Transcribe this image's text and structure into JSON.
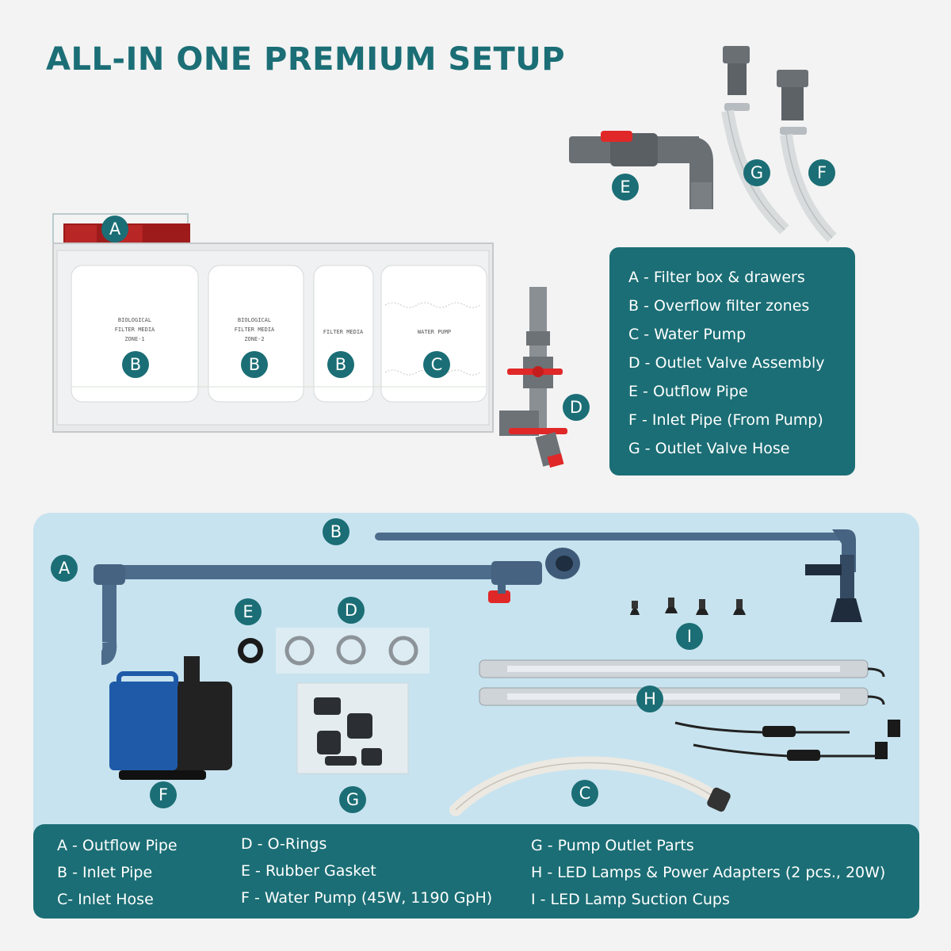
{
  "title": "ALL-IN ONE PREMIUM SETUP",
  "top_labels": {
    "a": "A",
    "b1": "B",
    "b2": "B",
    "b3": "B",
    "c": "C",
    "d": "D",
    "e": "E",
    "f": "F",
    "g": "G"
  },
  "sump_text": {
    "zone1": [
      "BIOLOGICAL",
      "FILTER MEDIA",
      "ZONE-1"
    ],
    "zone2": [
      "BIOLOGICAL",
      "FILTER MEDIA",
      "ZONE-2"
    ],
    "zone3": "FILTER MEDIA",
    "zone4": "WATER PUMP"
  },
  "top_legend": [
    "A - Filter box & drawers",
    "B - Overflow filter zones",
    "C - Water Pump",
    "D - Outlet Valve Assembly",
    "E - Outflow Pipe",
    "F - Inlet Pipe (From Pump)",
    "G - Outlet Valve Hose"
  ],
  "bottom_labels": {
    "a": "A",
    "b": "B",
    "c": "C",
    "d": "D",
    "e": "E",
    "f": "F",
    "g": "G",
    "h": "H",
    "i": "I"
  },
  "bottom_legend": {
    "col1": [
      "A - Outflow Pipe",
      "B - Inlet Pipe",
      "C- Inlet Hose"
    ],
    "col2": [
      "D - O-Rings",
      "E - Rubber Gasket",
      "F - Water Pump (45W, 1190 GpH)"
    ],
    "col3": [
      "G - Pump Outlet Parts",
      "H - LED Lamps & Power Adapters (2 pcs., 20W)",
      "I - LED Lamp Suction Cups"
    ]
  },
  "colors": {
    "teal": "#1b6e75",
    "panel": "#c7e3ef",
    "pipe_gray": "#5f6368",
    "valve_red": "#e02828",
    "pump_blue": "#1e5aa8"
  }
}
